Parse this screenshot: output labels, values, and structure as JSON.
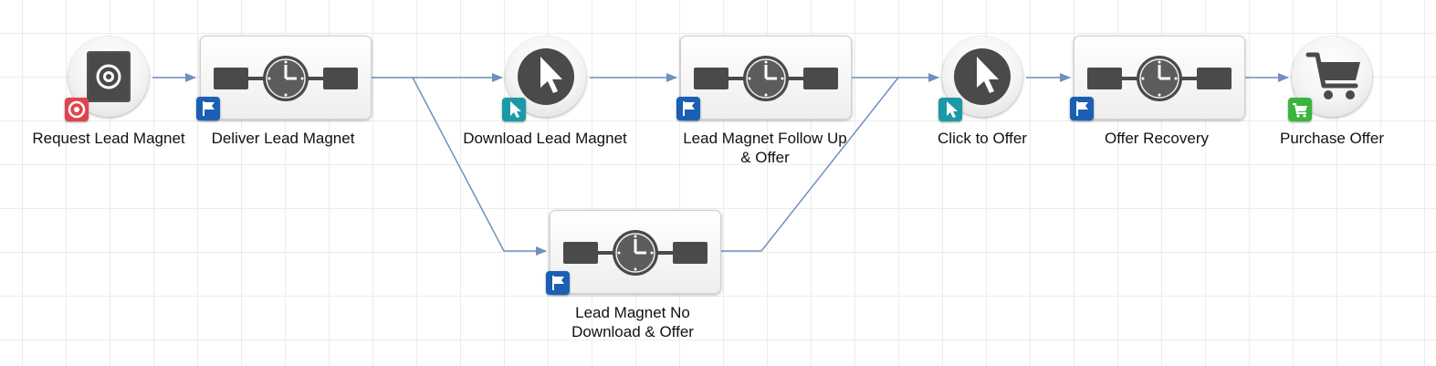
{
  "colors": {
    "connector": "#6f8fbf",
    "badge_target": "#e0444e",
    "badge_flag": "#1a5fb4",
    "badge_click": "#1b9aa6",
    "badge_cart": "#3cb53c",
    "icon_dark": "#4a4a4a"
  },
  "nodes": [
    {
      "id": "request-lead-magnet",
      "label": "Request Lead Magnet",
      "shape": "circle",
      "icon": "target-icon",
      "badge": "target-badge-icon"
    },
    {
      "id": "deliver-lead-magnet",
      "label": "Deliver Lead Magnet",
      "shape": "rect",
      "icon": "timer-icon",
      "badge": "flag-badge-icon"
    },
    {
      "id": "download-lead-magnet",
      "label": "Download Lead Magnet",
      "shape": "circle",
      "icon": "cursor-icon",
      "badge": "click-badge-icon"
    },
    {
      "id": "lead-magnet-follow-up",
      "label": "Lead Magnet Follow Up & Offer",
      "shape": "rect",
      "icon": "timer-icon",
      "badge": "flag-badge-icon"
    },
    {
      "id": "lead-magnet-no-download",
      "label": "Lead Magnet No Download & Offer",
      "shape": "rect",
      "icon": "timer-icon",
      "badge": "flag-badge-icon"
    },
    {
      "id": "click-to-offer",
      "label": "Click to Offer",
      "shape": "circle",
      "icon": "cursor-icon",
      "badge": "click-badge-icon"
    },
    {
      "id": "offer-recovery",
      "label": "Offer Recovery",
      "shape": "rect",
      "icon": "timer-icon",
      "badge": "flag-badge-icon"
    },
    {
      "id": "purchase-offer",
      "label": "Purchase Offer",
      "shape": "circle",
      "icon": "cart-icon",
      "badge": "cart-badge-icon"
    }
  ],
  "edges": [
    {
      "from": "request-lead-magnet",
      "to": "deliver-lead-magnet"
    },
    {
      "from": "deliver-lead-magnet",
      "to": "download-lead-magnet"
    },
    {
      "from": "deliver-lead-magnet",
      "to": "lead-magnet-no-download"
    },
    {
      "from": "download-lead-magnet",
      "to": "lead-magnet-follow-up"
    },
    {
      "from": "lead-magnet-follow-up",
      "to": "click-to-offer"
    },
    {
      "from": "lead-magnet-no-download",
      "to": "click-to-offer"
    },
    {
      "from": "click-to-offer",
      "to": "offer-recovery"
    },
    {
      "from": "offer-recovery",
      "to": "purchase-offer"
    }
  ]
}
